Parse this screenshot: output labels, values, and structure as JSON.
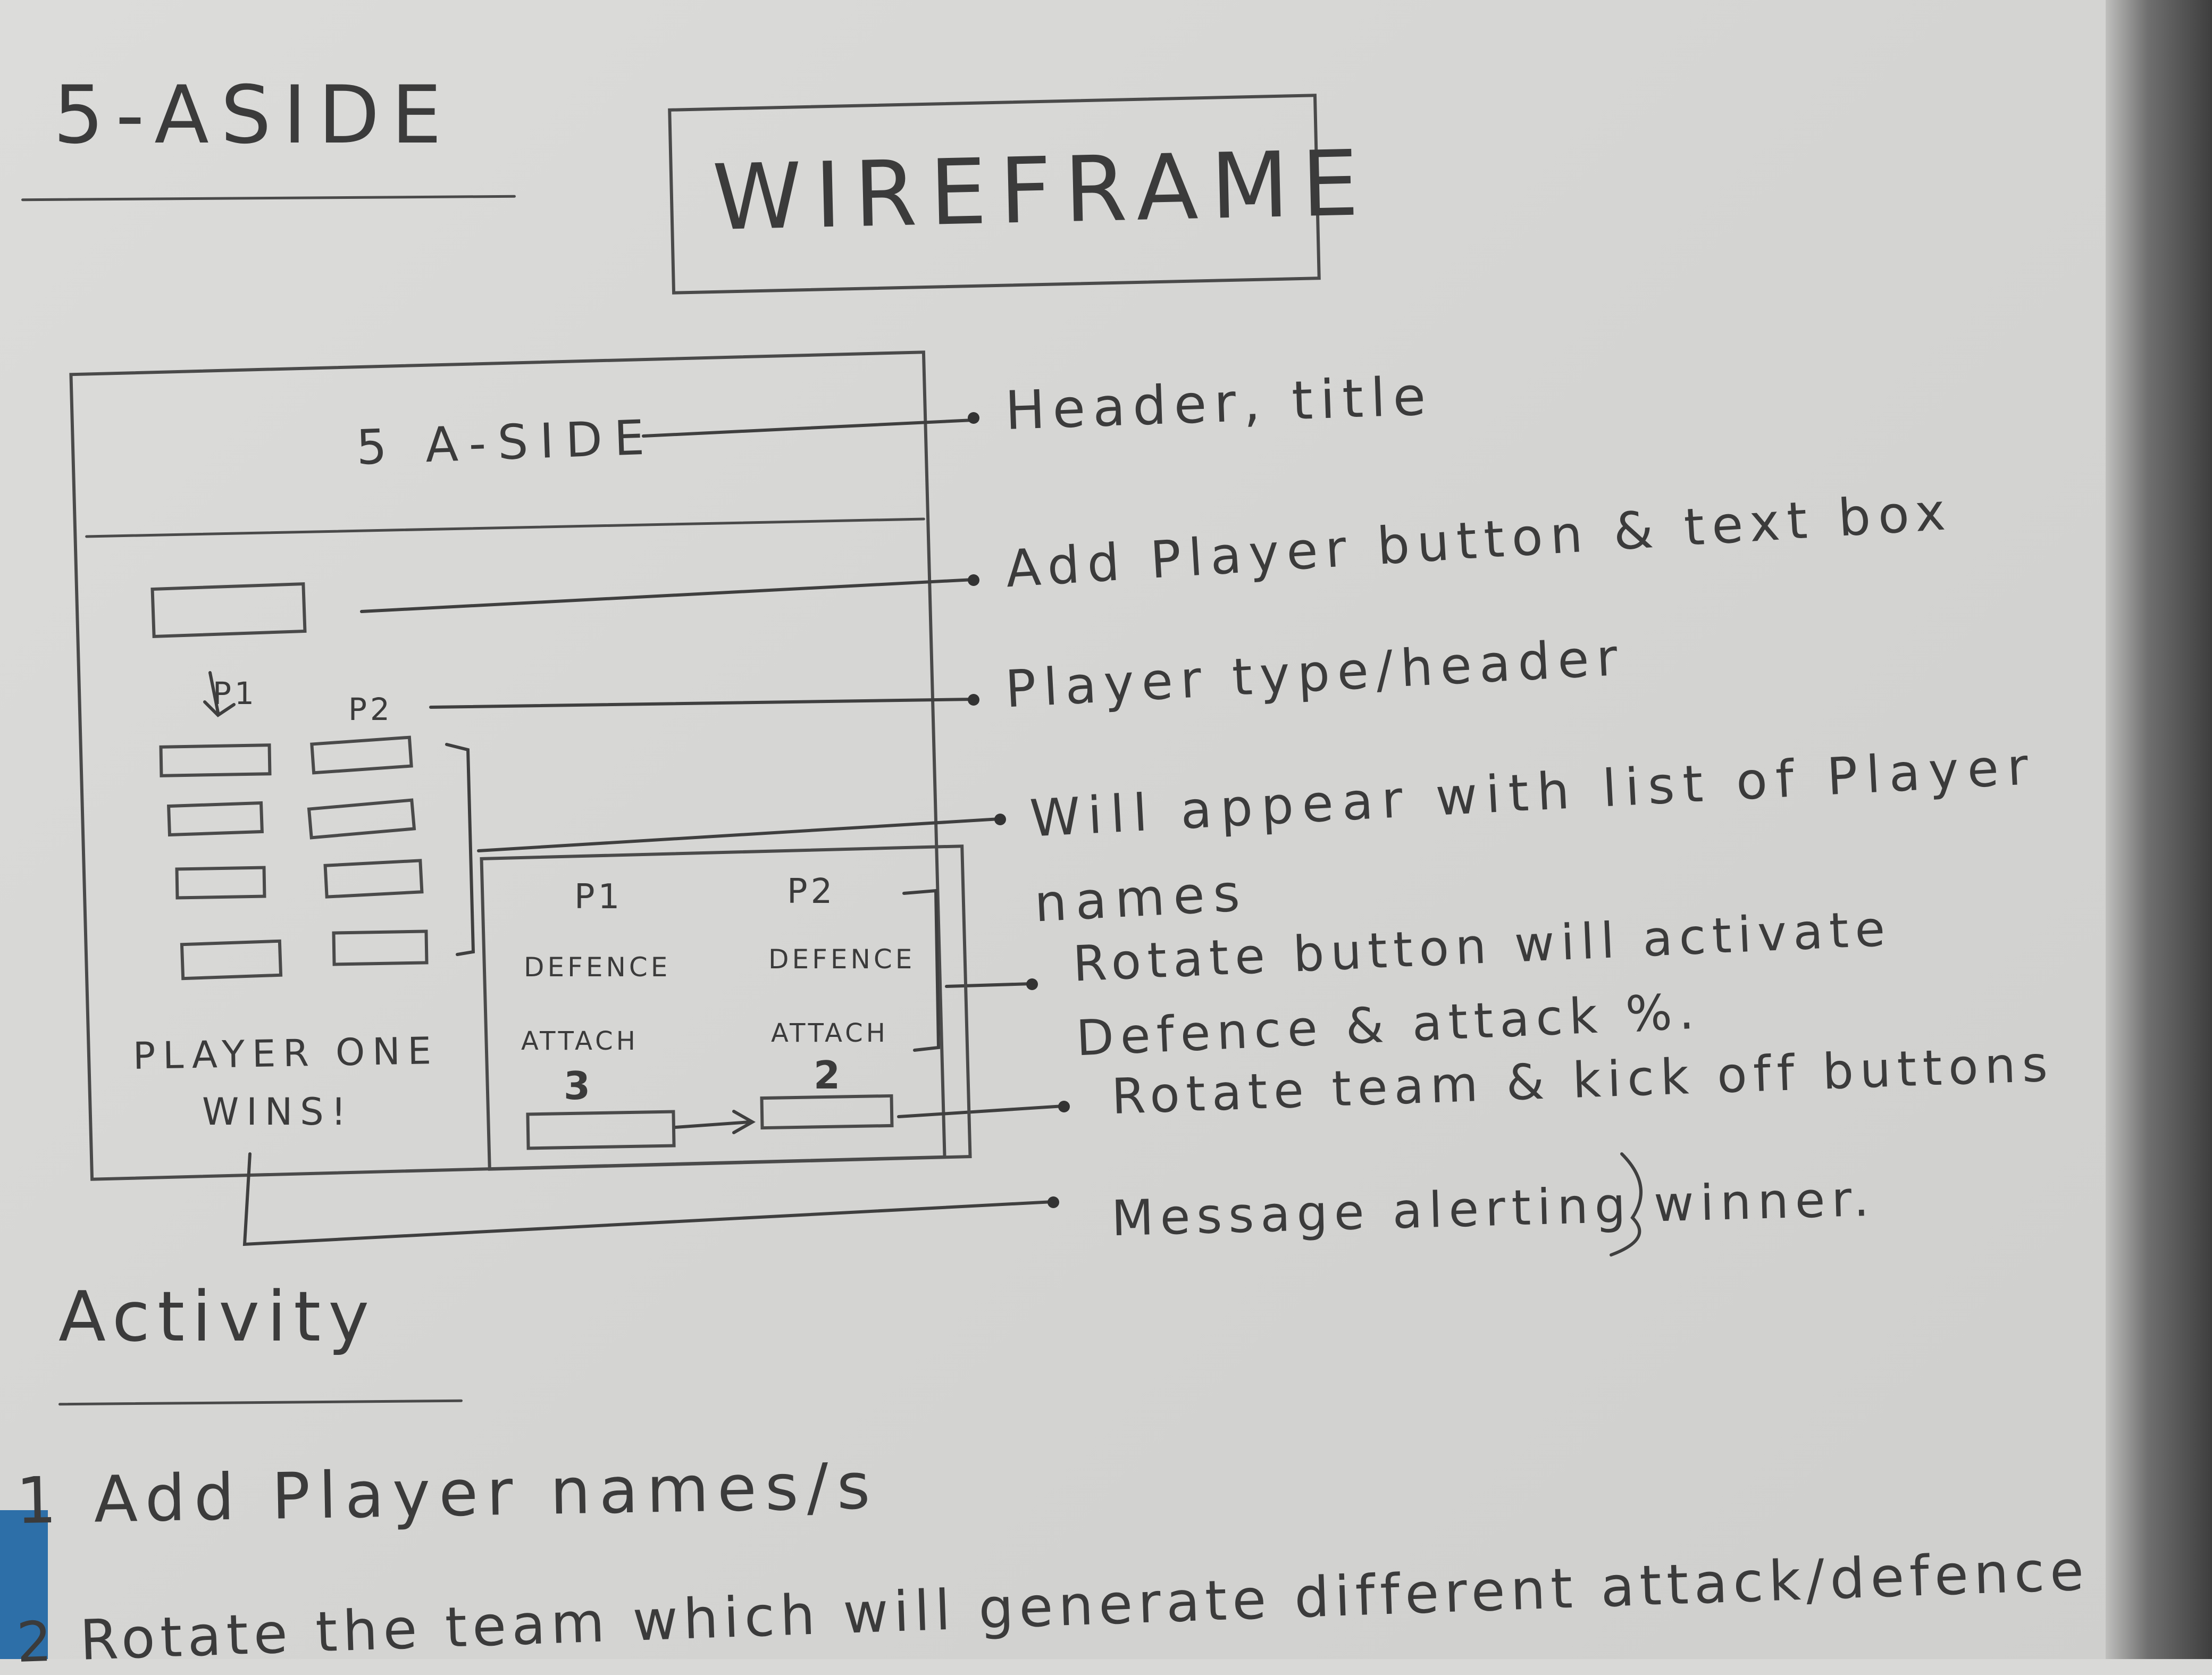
{
  "sheet": {
    "top_label": "5-ASIDE",
    "title": "WIREFRAME"
  },
  "wireframe": {
    "header_title": "5 A-SIDE",
    "team_headers": [
      "P1",
      "P2"
    ],
    "panel": {
      "p1_label": "P1",
      "p2_label": "P2",
      "p1_defence": "DEFENCE",
      "p2_defence": "DEFENCE",
      "p1_attack": "ATTACH",
      "p2_attack": "ATTACH",
      "p1_score": "3",
      "p2_score": "2"
    },
    "winner_message": [
      "PLAYER ONE",
      "WINS!"
    ]
  },
  "annotations": [
    "Header, title",
    "Add Player button & text box",
    "Player type/header",
    "Will appear with list of Player names",
    "Rotate button will activate Defence & attack %.",
    "Rotate team & kick off buttons",
    "Message alerting winner."
  ],
  "activity": {
    "heading": "Activity",
    "items": [
      "1 Add Player names/s",
      "2 Rotate the team which will generate different attack/defence"
    ]
  }
}
